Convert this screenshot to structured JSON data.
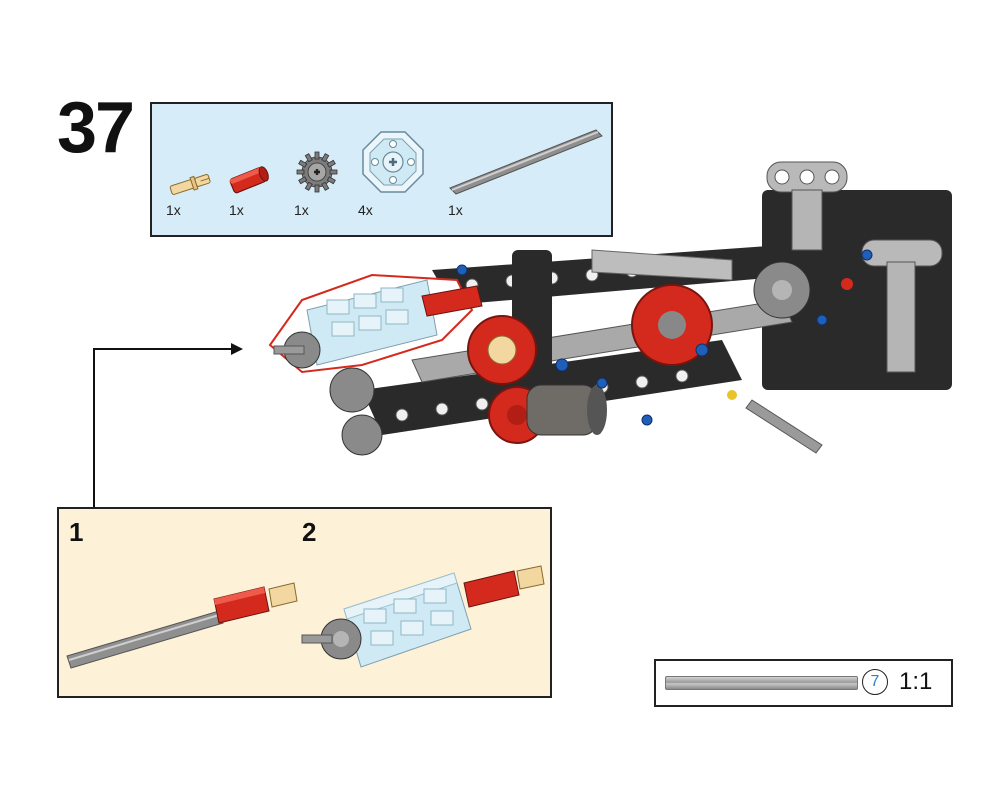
{
  "step": {
    "number": "37"
  },
  "parts_list": [
    {
      "qty": "1x",
      "icon": "tan-axle-pin-icon"
    },
    {
      "qty": "1x",
      "icon": "red-axle-connector-icon"
    },
    {
      "qty": "1x",
      "icon": "gray-gear-icon"
    },
    {
      "qty": "4x",
      "icon": "clear-octagonal-wheel-icon"
    },
    {
      "qty": "1x",
      "icon": "gray-long-axle-icon"
    }
  ],
  "substeps": [
    {
      "number": "1"
    },
    {
      "number": "2"
    }
  ],
  "ruler": {
    "length": "7",
    "scale": "1:1"
  },
  "colors": {
    "parts_bg": "#d6ecf8",
    "substep_bg": "#fdf1d8",
    "accent_red": "#d42a1e",
    "length_circle": "#2d7fd0"
  }
}
